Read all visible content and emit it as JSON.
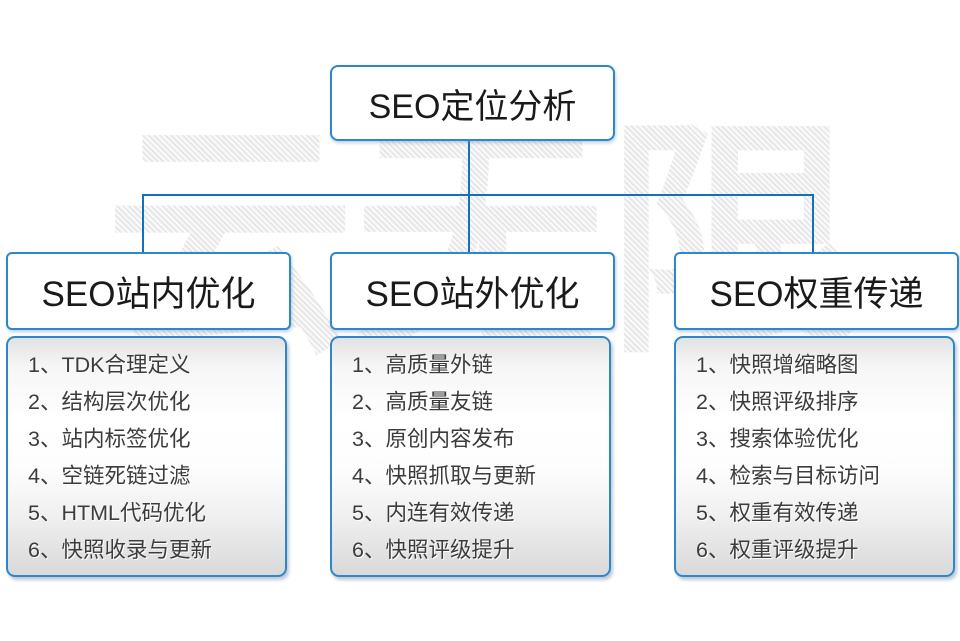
{
  "root": {
    "title": "SEO定位分析"
  },
  "watermark": "云无限",
  "columns": [
    {
      "header": "SEO站内优化",
      "items": [
        "1、TDK合理定义",
        "2、结构层次优化",
        "3、站内标签优化",
        "4、空链死链过滤",
        "5、HTML代码优化",
        "6、快照收录与更新"
      ]
    },
    {
      "header": "SEO站外优化",
      "items": [
        "1、高质量外链",
        "2、高质量友链",
        "3、原创内容发布",
        "4、快照抓取与更新",
        "5、内连有效传递",
        "6、快照评级提升"
      ]
    },
    {
      "header": "SEO权重传递",
      "items": [
        "1、快照增缩略图",
        "2、快照评级排序",
        "3、搜索体验优化",
        "4、检索与目标访问",
        "5、权重有效传递",
        "6、权重评级提升"
      ]
    }
  ],
  "colors": {
    "connector": "#1073b9",
    "box_border": "#2e86cb",
    "header_text": "#1a1a1a",
    "item_text": "#3c3c3c",
    "watermark_gray": "#e8e8e8"
  }
}
